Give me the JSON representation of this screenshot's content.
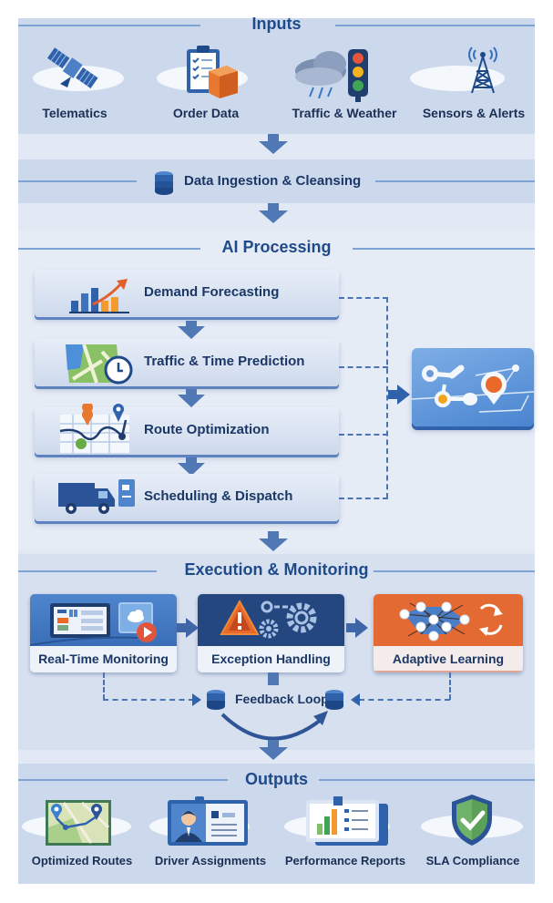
{
  "sections": {
    "inputs": {
      "title": "Inputs",
      "items": [
        {
          "label": "Telematics",
          "icon": "satellite-icon"
        },
        {
          "label": "Order Data",
          "icon": "clipboard-package-icon"
        },
        {
          "label": "Traffic & Weather",
          "icon": "traffic-light-cloud-icon"
        },
        {
          "label": "Sensors & Alerts",
          "icon": "antenna-tower-icon"
        }
      ]
    },
    "ingestion": {
      "title": "Data Ingestion & Cleansing",
      "icon": "database-icon"
    },
    "ai_processing": {
      "title": "AI Processing",
      "steps": [
        {
          "label": "Demand Forecasting",
          "icon": "bar-chart-trend-icon"
        },
        {
          "label": "Traffic & Time Prediction",
          "icon": "map-clock-icon"
        },
        {
          "label": "Route Optimization",
          "icon": "route-map-pin-icon"
        },
        {
          "label": "Scheduling & Dispatch",
          "icon": "truck-icon"
        }
      ],
      "result_icon": "network-map-pin-icon"
    },
    "execution": {
      "title": "Execution & Monitoring",
      "cards": [
        {
          "label": "Real-Time Monitoring",
          "icon": "dashboard-monitor-icon"
        },
        {
          "label": "Exception Handling",
          "icon": "warning-gears-icon"
        },
        {
          "label": "Adaptive Learning",
          "icon": "neural-network-cycle-icon"
        }
      ],
      "feedback": {
        "label": "Feedback Loop",
        "icon": "database-icon"
      }
    },
    "outputs": {
      "title": "Outputs",
      "items": [
        {
          "label": "Optimized Routes",
          "icon": "route-map-icon"
        },
        {
          "label": "Driver Assignments",
          "icon": "driver-id-card-icon"
        },
        {
          "label": "Performance Reports",
          "icon": "report-chart-icon"
        },
        {
          "label": "SLA Compliance",
          "icon": "shield-check-icon"
        }
      ]
    }
  },
  "colors": {
    "primary": "#2b5aa0",
    "title": "#1f4a8a",
    "accent_orange": "#e66a2e",
    "panel": "#e3e9f4",
    "band": "#ccd9ec"
  }
}
